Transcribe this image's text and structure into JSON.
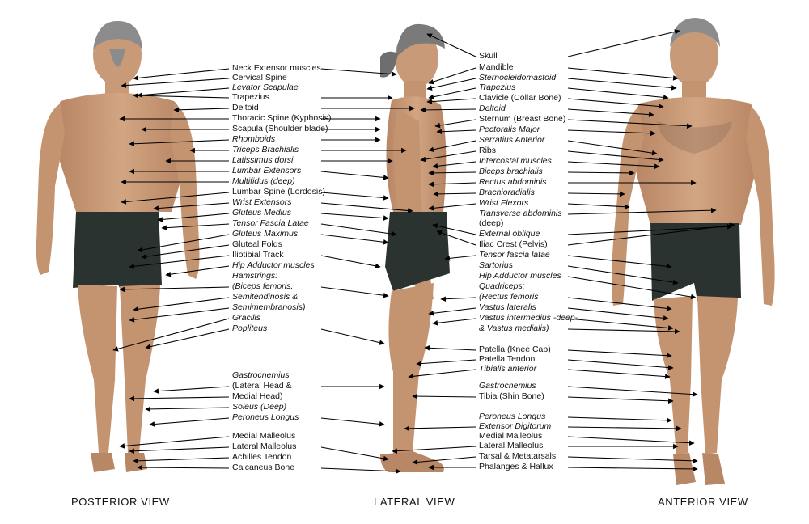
{
  "views": {
    "posterior": "POSTERIOR VIEW",
    "lateral": "LATERAL VIEW",
    "anterior": "ANTERIOR VIEW"
  },
  "colors": {
    "skin": "#c89a78",
    "skin_shade": "#a87a5c",
    "hair": "#8c8c8c",
    "shorts": "#2a3330",
    "arrow": "#000000"
  },
  "labels_left": [
    "Neck Extensor muscles",
    "Cervical Spine",
    "Levator Scapulae",
    "Trapezius",
    "Deltoid",
    "Thoracic Spine (Kyphosis)",
    "Scapula (Shoulder blade)",
    "Rhomboids",
    "Triceps Brachialis",
    "Latissimus dorsi",
    "Lumbar Extensors",
    "Multifidus (deep)",
    "Lumbar Spine (Lordosis)",
    "Wrist Extensors",
    "Gluteus Medius",
    "Tensor Fascia Latae",
    "Gluteus Maximus",
    "Gluteal Folds",
    "Iliotibial Track",
    "Hip Adductor muscles",
    "Hamstrings:",
    "(Biceps femoris,",
    "Semitendinosis &",
    "Semimembranosis)",
    "Gracilis",
    "Popliteus",
    "Gastrocnemius",
    "(Lateral Head &",
    "Medial Head)",
    "Soleus (Deep)",
    "Peroneus Longus",
    "Medial Malleolus",
    "Lateral Malleolus",
    "Achilles Tendon",
    "Calcaneus Bone"
  ],
  "labels_right": [
    "Skull",
    "Mandible",
    "Sternocleidomastoid",
    "Trapezius",
    "Clavicle (Collar Bone)",
    "Deltoid",
    "Sternum (Breast Bone)",
    "Pectoralis Major",
    "Serratius Anterior",
    "Ribs",
    "Intercostal muscles",
    "Biceps brachialis",
    "Rectus abdominis",
    "Brachioradialis",
    "Wrist Flexors",
    "Transverse abdominis",
    "(deep)",
    "External oblique",
    "Iliac Crest (Pelvis)",
    "Tensor fascia latae",
    "Sartorius",
    "Hip Adductor muscles",
    "Quadriceps:",
    "(Rectus femoris",
    "Vastus lateralis",
    "Vastus intermedius -deep-",
    "& Vastus medialis)",
    "Patella (Knee Cap)",
    "Patella Tendon",
    "Tibialis anterior",
    "Gastrocnemius",
    "Tibia (Shin Bone)",
    "Peroneus Longus",
    "Extensor Digitorum",
    "Medial Malleolus",
    "Lateral Malleolus",
    "Tarsal & Metatarsals",
    "Phalanges & Hallux"
  ]
}
